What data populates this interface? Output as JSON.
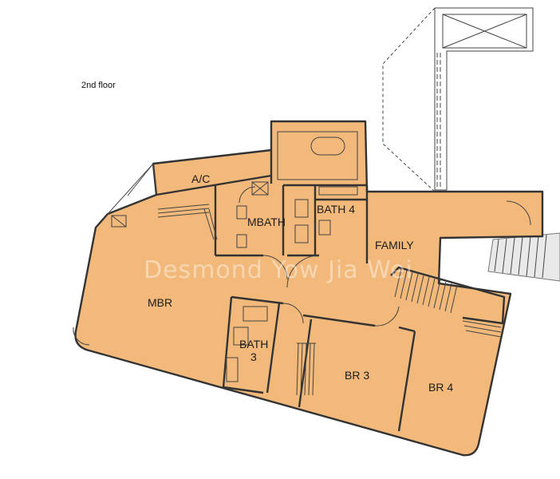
{
  "floor_label": "2nd floor",
  "rooms": {
    "ac": "A/C",
    "mbath": "MBATH",
    "bath4": "BATH 4",
    "family": "FAMILY",
    "mbr": "MBR",
    "bath3_line1": "BATH",
    "bath3_line2": "3",
    "br3": "BR 3",
    "br4": "BR 4"
  },
  "watermark": "Desmond Yow Jia Wei",
  "colors": {
    "room_fill": "#f2b97a",
    "wall": "#333333",
    "background": "#ffffff"
  }
}
